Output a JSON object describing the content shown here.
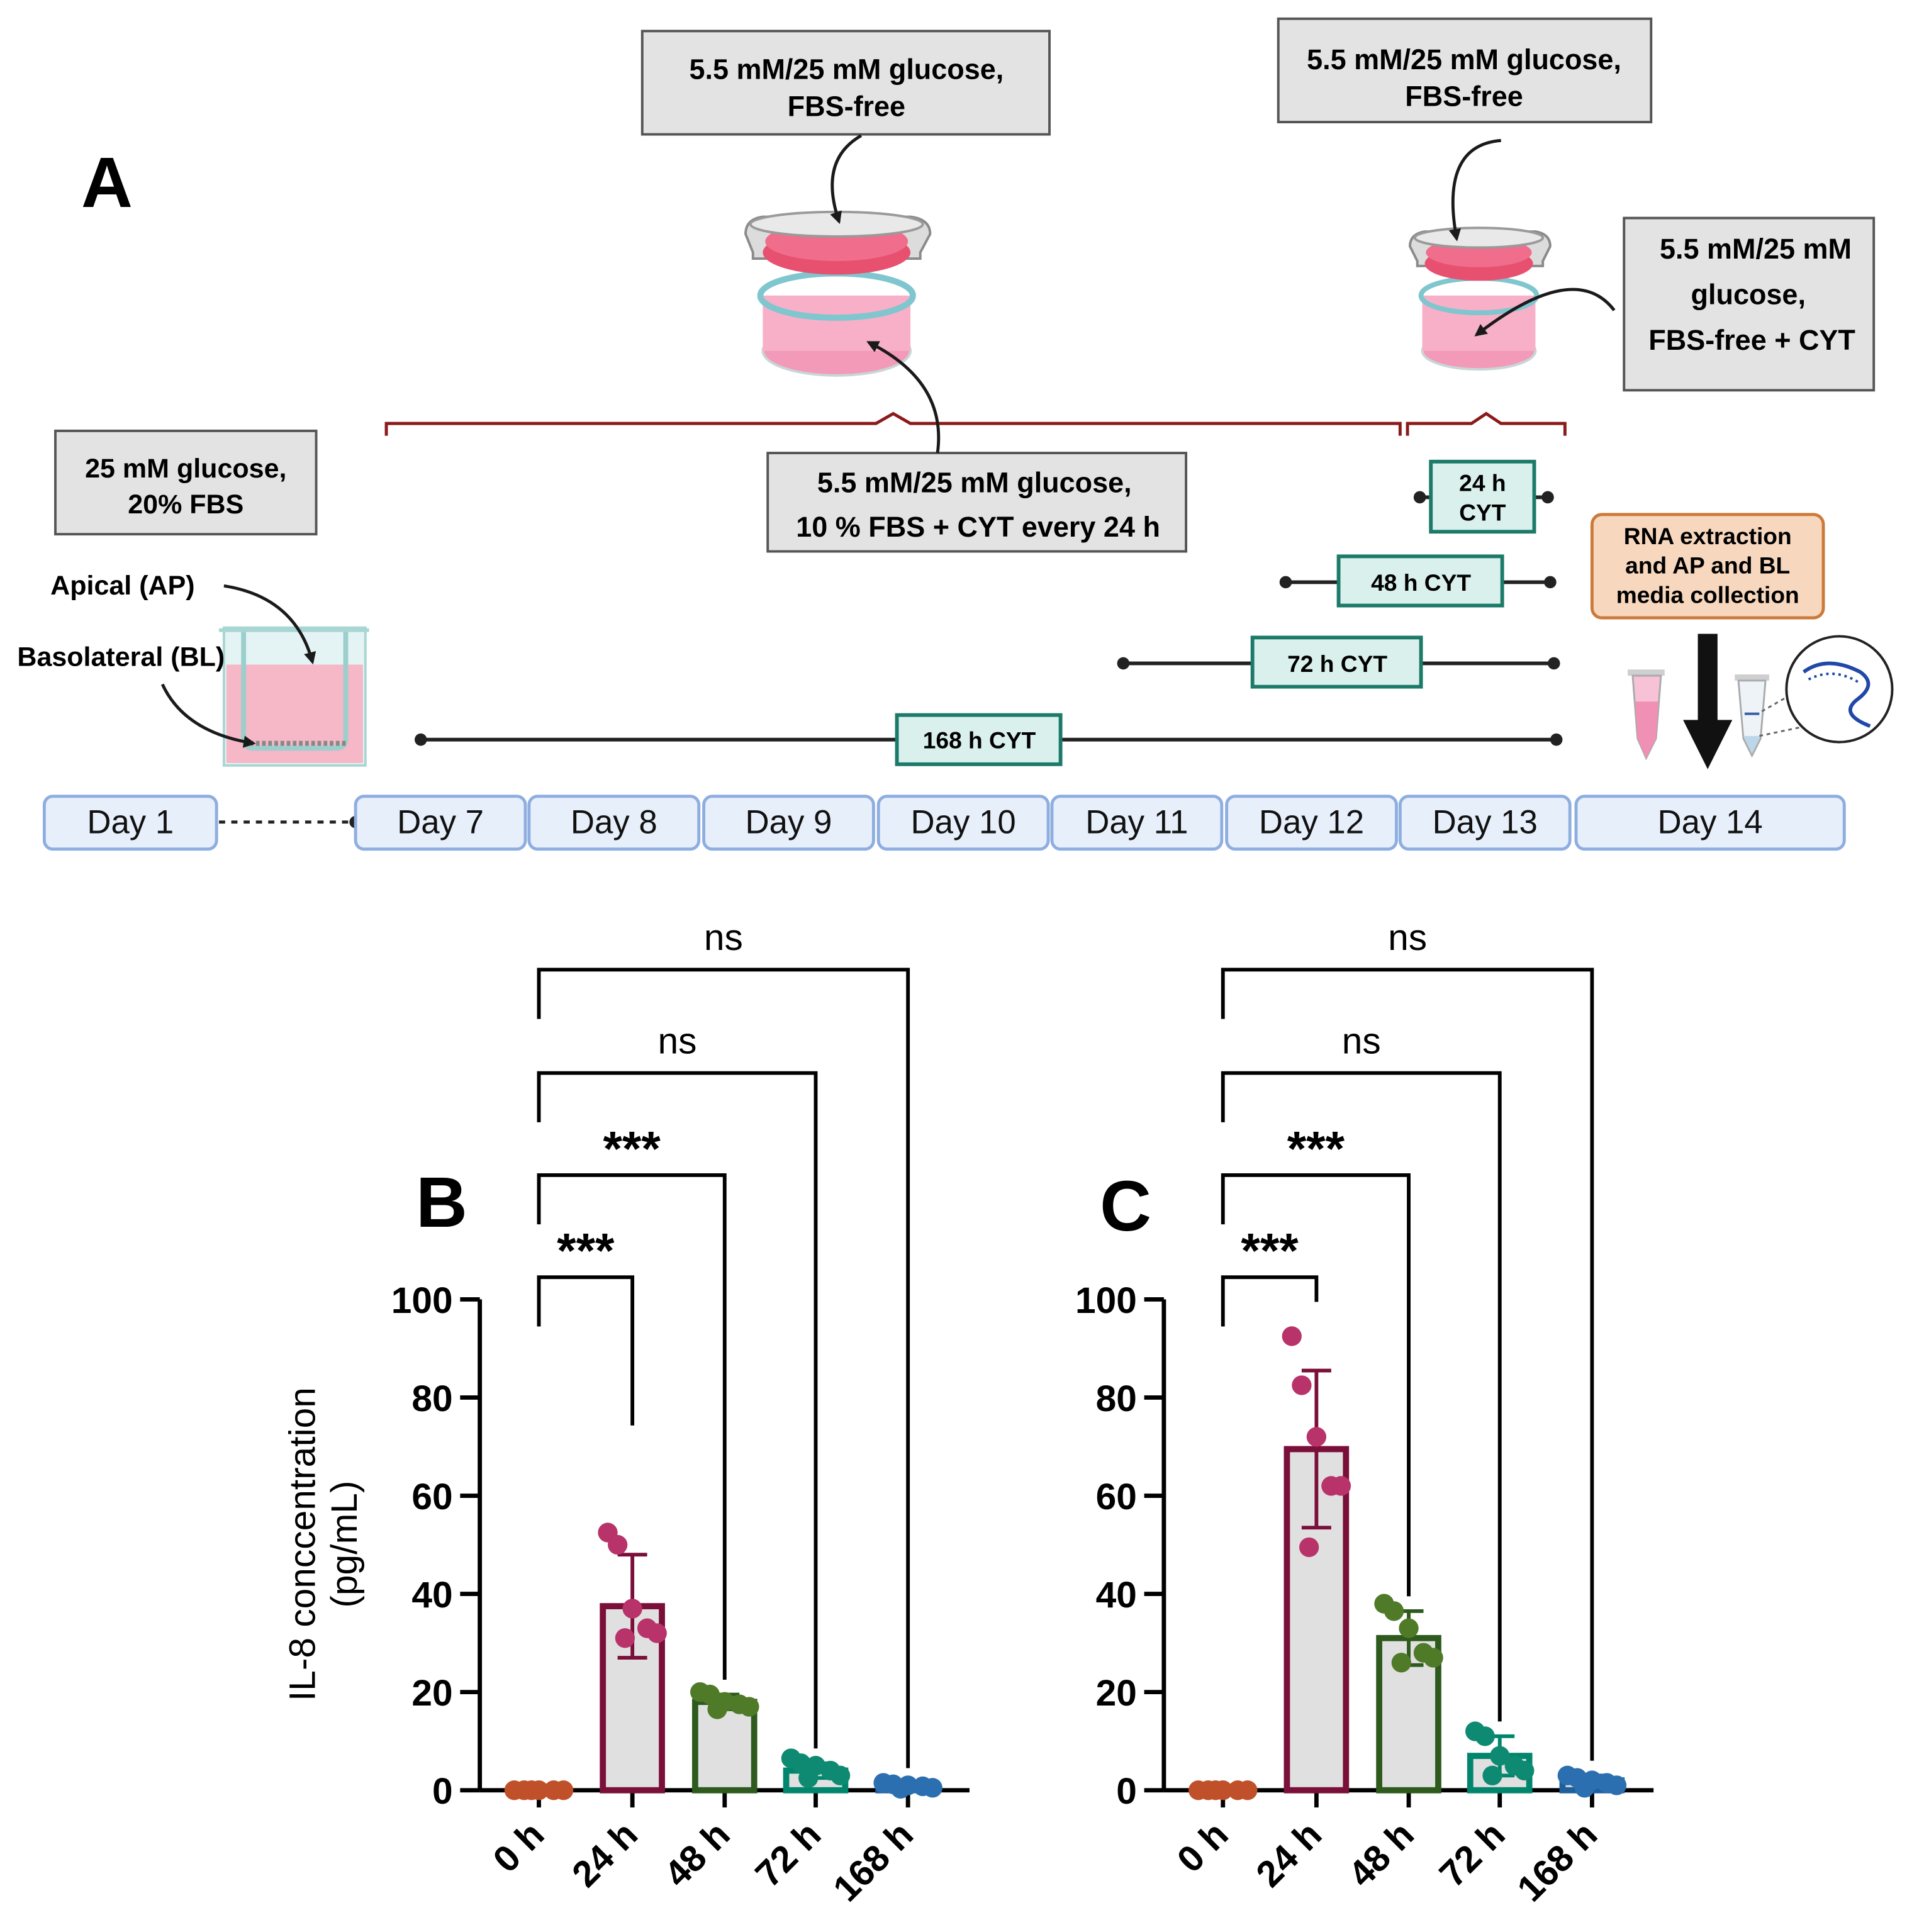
{
  "panel_a": {
    "label": "A",
    "boxes": {
      "init": [
        "25 mM glucose,",
        "20% FBS"
      ],
      "top_mid": [
        "5.5 mM/25 mM glucose,",
        "FBS-free"
      ],
      "top_right": [
        "5.5 mM/25 mM glucose,",
        "FBS-free"
      ],
      "right_cyt": [
        "5.5 mM/25 mM",
        "glucose,",
        "FBS-free  + CYT"
      ],
      "mid": [
        "5.5 mM/25 mM glucose,",
        "10 % FBS  + CYT every 24 h"
      ]
    },
    "apical_label": "Apical (AP)",
    "basolateral_label": "Basolateral (BL)",
    "rna_box": [
      "RNA extraction",
      "and AP and BL",
      "media collection"
    ],
    "cyt_labels": {
      "h24": [
        "24 h",
        "CYT"
      ],
      "h48": "48 h CYT",
      "h72": "72 h CYT",
      "h168": "168 h CYT"
    },
    "days": [
      "Day 1",
      "Day 7",
      "Day 8",
      "Day 9",
      "Day 10",
      "Day 11",
      "Day 12",
      "Day 13",
      "Day 14"
    ]
  },
  "stats": {
    "sig": "***",
    "ns": "ns"
  },
  "chart_data": [
    {
      "panel": "B",
      "type": "bar",
      "ylabel": "IL-8 conccentration\n(pg/mL)",
      "ylim": [
        0,
        100
      ],
      "yticks": [
        0,
        20,
        40,
        60,
        80,
        100
      ],
      "categories": [
        "0 h",
        "24 h",
        "48 h",
        "72 h",
        "168 h"
      ],
      "values": [
        0,
        37.5,
        18,
        4,
        1
      ],
      "errors": [
        0,
        10.5,
        1.5,
        1.5,
        0.5
      ],
      "points": [
        [
          0,
          0,
          0,
          0,
          0,
          0
        ],
        [
          52.5,
          50,
          37,
          33,
          32,
          31
        ],
        [
          20,
          19.5,
          18,
          17.5,
          17,
          16.5
        ],
        [
          6.5,
          5.5,
          5,
          4,
          3,
          2.5
        ],
        [
          1.5,
          1.2,
          1,
          0.8,
          0.5,
          0.3
        ]
      ],
      "colors": [
        "#c0502a",
        "#7a0f3a",
        "#2e5a1e",
        "#00866d",
        "#1f5f9c"
      ],
      "point_colors": [
        "#c0502a",
        "#b8336a",
        "#4f7a28",
        "#0f8a72",
        "#2c6fb0"
      ],
      "comparisons": [
        {
          "from": "0 h",
          "to": "24 h",
          "label": "***"
        },
        {
          "from": "0 h",
          "to": "48 h",
          "label": "***"
        },
        {
          "from": "0 h",
          "to": "72 h",
          "label": "ns"
        },
        {
          "from": "0 h",
          "to": "168 h",
          "label": "ns"
        }
      ]
    },
    {
      "panel": "C",
      "type": "bar",
      "ylim": [
        0,
        100
      ],
      "yticks": [
        0,
        20,
        40,
        60,
        80,
        100
      ],
      "categories": [
        "0 h",
        "24 h",
        "48 h",
        "72 h",
        "168 h"
      ],
      "values": [
        0,
        69.5,
        31,
        7,
        2
      ],
      "errors": [
        0,
        16,
        5.5,
        4,
        1
      ],
      "points": [
        [
          0,
          0,
          0,
          0,
          0,
          0
        ],
        [
          92.5,
          82.5,
          72,
          62,
          62,
          49.5
        ],
        [
          38,
          36.5,
          33,
          28,
          27,
          26
        ],
        [
          12,
          11,
          7,
          5,
          4,
          3
        ],
        [
          3,
          2.5,
          2,
          1.5,
          1,
          0.5
        ]
      ],
      "colors": [
        "#c0502a",
        "#7a0f3a",
        "#2e5a1e",
        "#00866d",
        "#1f5f9c"
      ],
      "point_colors": [
        "#c0502a",
        "#b8336a",
        "#4f7a28",
        "#0f8a72",
        "#2c6fb0"
      ],
      "comparisons": [
        {
          "from": "0 h",
          "to": "24 h",
          "label": "***"
        },
        {
          "from": "0 h",
          "to": "48 h",
          "label": "***"
        },
        {
          "from": "0 h",
          "to": "72 h",
          "label": "ns"
        },
        {
          "from": "0 h",
          "to": "168 h",
          "label": "ns"
        }
      ]
    }
  ]
}
